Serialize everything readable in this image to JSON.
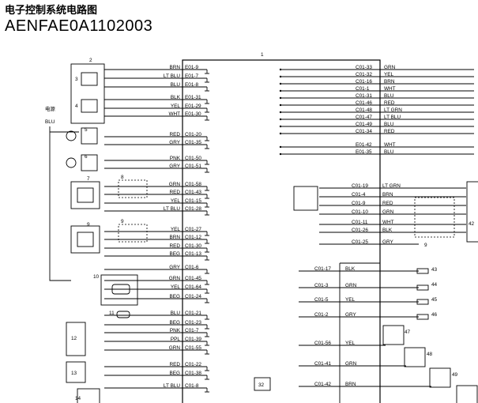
{
  "header": {
    "title_cn": "电子控制系统电路图",
    "doc_code": "AENFAE0A1102003"
  },
  "diagram": {
    "ecu_label": "1",
    "ecu_sub_label": "32",
    "component_labels": [
      "2",
      "3",
      "4",
      "5",
      "6",
      "7",
      "8",
      "9",
      "9",
      "10",
      "11",
      "12",
      "13",
      "14"
    ],
    "right_component_labels": [
      "42",
      "43",
      "44",
      "45",
      "46",
      "47",
      "48",
      "49",
      "9"
    ],
    "power_label": "电源",
    "power_wire": "BLU",
    "left_pins": [
      {
        "wire": "BRN",
        "pin": "E01-9"
      },
      {
        "wire": "LT BLU",
        "pin": "E01-7"
      },
      {
        "wire": "BLU",
        "pin": "E01-8"
      },
      {
        "wire": "BLK",
        "pin": "E01-31"
      },
      {
        "wire": "YEL",
        "pin": "E01-29"
      },
      {
        "wire": "WHT",
        "pin": "E01-30"
      },
      {
        "wire": "RED",
        "pin": "C01-20"
      },
      {
        "wire": "GRY",
        "pin": "C01-35"
      },
      {
        "wire": "PNK",
        "pin": "C01-50"
      },
      {
        "wire": "GRY",
        "pin": "C01-51"
      },
      {
        "wire": "GRN",
        "pin": "C01-58"
      },
      {
        "wire": "RED",
        "pin": "C01-43"
      },
      {
        "wire": "YEL",
        "pin": "C01-15"
      },
      {
        "wire": "LT BLU",
        "pin": "C01-28"
      },
      {
        "wire": "YEL",
        "pin": "C01-27"
      },
      {
        "wire": "BRN",
        "pin": "C01-12"
      },
      {
        "wire": "RED",
        "pin": "C01-30"
      },
      {
        "wire": "BEG",
        "pin": "C01-13"
      },
      {
        "wire": "GRY",
        "pin": "C01-6"
      },
      {
        "wire": "GRN",
        "pin": "C01-45"
      },
      {
        "wire": "YEL",
        "pin": "C01-64"
      },
      {
        "wire": "BEG",
        "pin": "C01-24"
      },
      {
        "wire": "BLU",
        "pin": "C01-21"
      },
      {
        "wire": "BEG",
        "pin": "C01-23"
      },
      {
        "wire": "PNK",
        "pin": "C01-7"
      },
      {
        "wire": "PPL",
        "pin": "C01-39"
      },
      {
        "wire": "GRN",
        "pin": "C01-55"
      },
      {
        "wire": "RED",
        "pin": "C01-22"
      },
      {
        "wire": "BEG",
        "pin": "C01-38"
      },
      {
        "wire": "LT BLU",
        "pin": "C01-8"
      }
    ],
    "right_pins_top": [
      {
        "pin": "C01-33",
        "wire": "GRN"
      },
      {
        "pin": "C01-32",
        "wire": "YEL"
      },
      {
        "pin": "C01-16",
        "wire": "BRN"
      },
      {
        "pin": "C01-1",
        "wire": "WHT"
      },
      {
        "pin": "C01-31",
        "wire": "BLU"
      },
      {
        "pin": "C01-46",
        "wire": "RED"
      },
      {
        "pin": "C01-48",
        "wire": "LT GRN"
      },
      {
        "pin": "C01-47",
        "wire": "LT BLU"
      },
      {
        "pin": "C01-49",
        "wire": "BLU"
      },
      {
        "pin": "C01-34",
        "wire": "RED"
      },
      {
        "pin": "E01-42",
        "wire": "WHT"
      },
      {
        "pin": "E01-35",
        "wire": "BLU"
      }
    ],
    "right_pins_mid": [
      {
        "pin": "C01-19",
        "wire": "LT GRN"
      },
      {
        "pin": "C01-4",
        "wire": "BRN"
      },
      {
        "pin": "C01-9",
        "wire": "RED"
      },
      {
        "pin": "C01-10",
        "wire": "GRN"
      },
      {
        "pin": "C01-11",
        "wire": "WHT"
      },
      {
        "pin": "C01-26",
        "wire": "BLK"
      },
      {
        "pin": "C01-25",
        "wire": "GRY"
      }
    ],
    "right_pins_low": [
      {
        "pin": "C01-17",
        "wire": "BLK"
      },
      {
        "pin": "C01-3",
        "wire": "GRN"
      },
      {
        "pin": "C01-5",
        "wire": "YEL"
      },
      {
        "pin": "C01-2",
        "wire": "GRY"
      },
      {
        "pin": "C01-56",
        "wire": "YEL"
      },
      {
        "pin": "C01-41",
        "wire": "GRN"
      },
      {
        "pin": "C01-42",
        "wire": "BRN"
      }
    ]
  }
}
